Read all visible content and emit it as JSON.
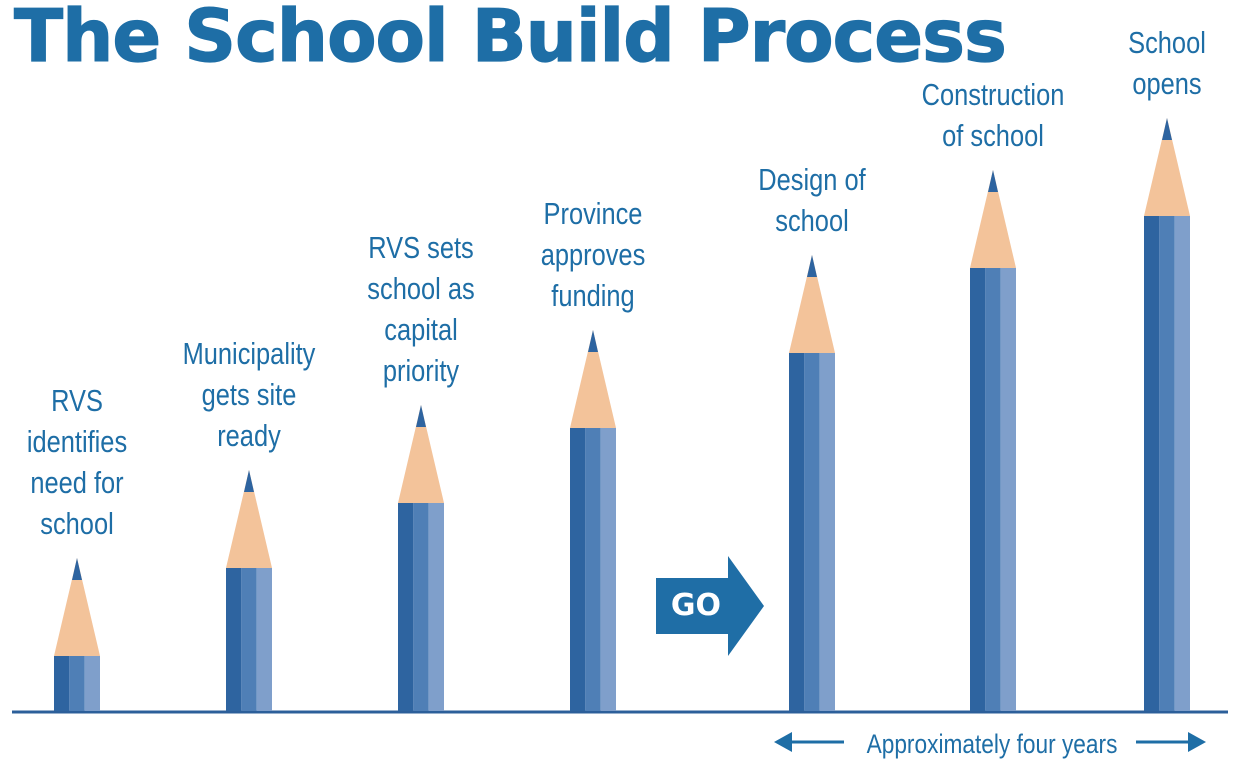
{
  "title": "The School Build Process",
  "steps": [
    {
      "lines": [
        "RVS",
        "identifies",
        "need for",
        "school"
      ]
    },
    {
      "lines": [
        "Municipality",
        "gets site",
        "ready"
      ]
    },
    {
      "lines": [
        "RVS sets",
        "school as",
        "capital",
        "priority"
      ]
    },
    {
      "lines": [
        "Province",
        "approves",
        "funding"
      ]
    },
    {
      "lines": [
        "Design of",
        "school"
      ]
    },
    {
      "lines": [
        "Construction",
        "of school"
      ]
    },
    {
      "lines": [
        "School",
        "opens"
      ]
    }
  ],
  "go_label": "GO",
  "duration_label": "Approximately four years",
  "colors": {
    "title": "#1e6ea6",
    "pencil_dark": "#2e64a0",
    "pencil_mid": "#4f7fb6",
    "pencil_light": "#7f9fcb",
    "pencil_wood": "#f3c39a",
    "baseline": "#2c5f9a"
  }
}
